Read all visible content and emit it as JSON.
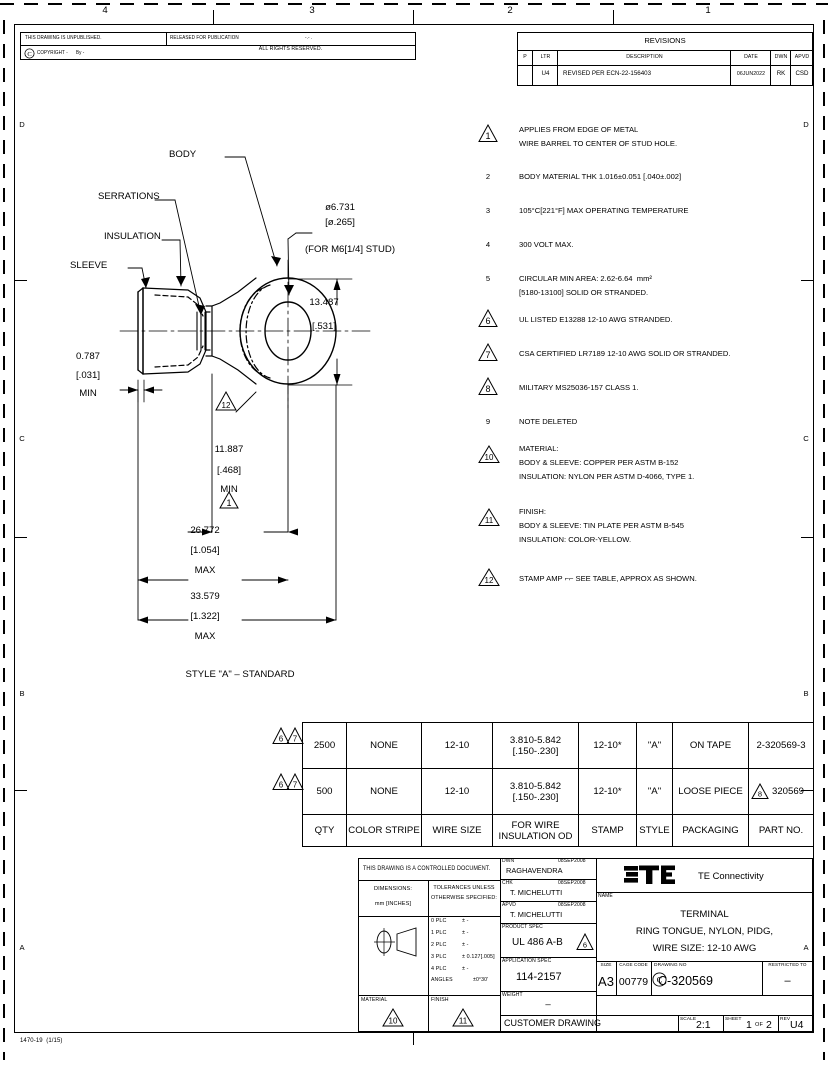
{
  "sheet": {
    "zone_numbers": [
      "4",
      "3",
      "2",
      "1"
    ],
    "zone_letters": [
      "D",
      "C",
      "B",
      "A"
    ],
    "form_number": "1470-19  (1/15)"
  },
  "header_left": {
    "unpublished": "THIS DRAWING IS UNPUBLISHED.",
    "released": "RELEASED FOR PUBLICATION",
    "released_value": "-.- .",
    "rights": "ALL RIGHTS RESERVED.",
    "copyright": "COPYRIGHT -      By -",
    "copyright_symbol": "C"
  },
  "revisions": {
    "title": "REVISIONS",
    "columns": [
      "P",
      "LTR",
      "DESCRIPTION",
      "DATE",
      "DWN",
      "APVD"
    ],
    "rows": [
      {
        "p": "",
        "ltr": "U4",
        "description": "REVISED PER ECN-22-156403",
        "date": "06JUN2022",
        "dwn": "RK",
        "apvd": "CSD"
      }
    ]
  },
  "notes": [
    {
      "num": "1",
      "flagged": true,
      "lines": [
        "APPLIES FROM EDGE OF METAL",
        "WIRE BARREL TO CENTER OF STUD HOLE."
      ]
    },
    {
      "num": "2",
      "flagged": false,
      "lines": [
        "BODY MATERIAL THK 1.016±0.051 [.040±.002]"
      ]
    },
    {
      "num": "3",
      "flagged": false,
      "lines": [
        "105°C[221°F] MAX OPERATING TEMPERATURE"
      ]
    },
    {
      "num": "4",
      "flagged": false,
      "lines": [
        "300 VOLT MAX."
      ]
    },
    {
      "num": "5",
      "flagged": false,
      "lines": [
        "CIRCULAR MIN AREA: 2.62-6.64  mm²",
        "[5180-13100] SOLID OR STRANDED."
      ]
    },
    {
      "num": "6",
      "flagged": true,
      "lines": [
        "UL LISTED E13288 12-10 AWG STRANDED."
      ]
    },
    {
      "num": "7",
      "flagged": true,
      "lines": [
        "CSA CERTIFIED LR7189 12-10 AWG SOLID OR STRANDED."
      ]
    },
    {
      "num": "8",
      "flagged": true,
      "lines": [
        "MILITARY MS25036-157 CLASS 1."
      ]
    },
    {
      "num": "9",
      "flagged": false,
      "lines": [
        "NOTE DELETED"
      ]
    },
    {
      "num": "10",
      "flagged": true,
      "lines": [
        "MATERIAL:",
        "BODY & SLEEVE: COPPER PER ASTM B-152",
        "INSULATION: NYLON PER ASTM D-4066, TYPE 1."
      ]
    },
    {
      "num": "11",
      "flagged": true,
      "lines": [
        "FINISH:",
        "BODY & SLEEVE: TIN PLATE PER ASTM B-545",
        "INSULATION: COLOR-YELLOW."
      ]
    },
    {
      "num": "12",
      "flagged": true,
      "lines": [
        "STAMP AMP ⌐⌐ SEE TABLE, APPROX AS SHOWN."
      ]
    }
  ],
  "drawing": {
    "leaders": [
      {
        "label": "BODY"
      },
      {
        "label": "SERRATIONS"
      },
      {
        "label": "INSULATION"
      },
      {
        "label": "SLEEVE"
      }
    ],
    "hole_dim": {
      "l1": "ø6.731",
      "l2": "[ø.265]",
      "l3": "(FOR M6[1/4] STUD)"
    },
    "height_dim": {
      "l1": "13.487",
      "l2": "[.531]"
    },
    "sleeve_dim": {
      "l1": "0.787",
      "l2": "[.031]",
      "l3": "MIN"
    },
    "tongue_dim": {
      "flag": "1",
      "l1": "11.887",
      "l2": "[.468]",
      "l3": "MIN"
    },
    "mid_dim": {
      "l1": "26.772",
      "l2": "[1.054]",
      "l3": "MAX"
    },
    "overall_dim": {
      "l1": "33.579",
      "l2": "[1.322]",
      "l3": "MAX"
    },
    "style_caption": "STYLE \"A\" – STANDARD",
    "flag_12": "12"
  },
  "parts_table": {
    "headers": [
      "QTY",
      "COLOR STRIPE",
      "WIRE SIZE",
      "FOR WIRE\nINSULATION OD",
      "STAMP",
      "STYLE",
      "PACKAGING",
      "PART NO."
    ],
    "header_row": {
      "qty": "QTY",
      "color": "COLOR STRIPE",
      "wire": "WIRE SIZE",
      "od_l1": "FOR WIRE",
      "od_l2": "INSULATION OD",
      "stamp": "STAMP",
      "style": "STYLE",
      "pkg": "PACKAGING",
      "part": "PART NO."
    },
    "rows": [
      {
        "flags": [
          "6",
          "7"
        ],
        "qty": "2500",
        "color": "NONE",
        "wire": "12-10",
        "od_l1": "3.810-5.842",
        "od_l2": "[.150-.230]",
        "stamp": "12-10*",
        "style": "\"A\"",
        "pkg": "ON TAPE",
        "part_flag": "",
        "part": "2-320569-3"
      },
      {
        "flags": [
          "6",
          "7"
        ],
        "qty": "500",
        "color": "NONE",
        "wire": "12-10",
        "od_l1": "3.810-5.842",
        "od_l2": "[.150-.230]",
        "stamp": "12-10*",
        "style": "\"A\"",
        "pkg": "LOOSE PIECE",
        "part_flag": "8",
        "part": "320569"
      }
    ]
  },
  "title_block": {
    "controlled_doc": "THIS DRAWING IS A CONTROLLED DOCUMENT.",
    "dimensions_label": "DIMENSIONS:",
    "dimensions_value": "mm [INCHES]",
    "tolerances_l1": "TOLERANCES UNLESS",
    "tolerances_l2": "OTHERWISE SPECIFIED:",
    "tolerances": [
      {
        "plc": "0 PLC",
        "val": "± -"
      },
      {
        "plc": "1 PLC",
        "val": "± -"
      },
      {
        "plc": "2 PLC",
        "val": "± -"
      },
      {
        "plc": "3 PLC",
        "val": "± 0.127[.005]"
      },
      {
        "plc": "4 PLC",
        "val": "± -"
      },
      {
        "plc": "ANGLES",
        "val": "±0°30'"
      }
    ],
    "material_label": "MATERIAL",
    "material_flag": "10",
    "finish_label": "FINISH",
    "finish_flag": "11",
    "dwn_label": "DWN",
    "dwn_date": "08SEP2008",
    "dwn_name": "RAGHAVENDRA",
    "chk_label": "CHK",
    "chk_date": "08SEP2008",
    "chk_name": "T. MICHELUTTI",
    "apvd_label": "APVD",
    "apvd_date": "08SEP2008",
    "apvd_name": "T. MICHELUTTI",
    "product_spec_label": "PRODUCT SPEC",
    "product_spec": "UL 486 A-B",
    "product_spec_flag": "6",
    "application_spec_label": "APPLICATION SPEC",
    "application_spec": "114-2157",
    "weight_label": "WEIGHT",
    "weight": "–",
    "customer_drawing": "CUSTOMER DRAWING",
    "company": "TE Connectivity",
    "logo_text": "TE",
    "name_label": "NAME",
    "name_l1": "TERMINAL",
    "name_l2": "RING TONGUE, NYLON, PIDG,",
    "name_l3": "WIRE SIZE: 12-10 AWG",
    "size_label": "SIZE",
    "size": "A3",
    "cage_label": "CAGE CODE",
    "cage": "00779",
    "drawing_no_label": "DRAWING NO",
    "drawing_no": "C-320569",
    "drawing_no_prefix": "C",
    "restricted_label": "RESTRICTED TO",
    "restricted": "–",
    "scale_label": "SCALE",
    "scale": "2:1",
    "sheet_label": "SHEET",
    "sheet": "1 OF 2",
    "sheet_num": "1",
    "sheet_of": "OF",
    "sheet_tot": "2",
    "rev_label": "REV",
    "rev": "U4"
  }
}
